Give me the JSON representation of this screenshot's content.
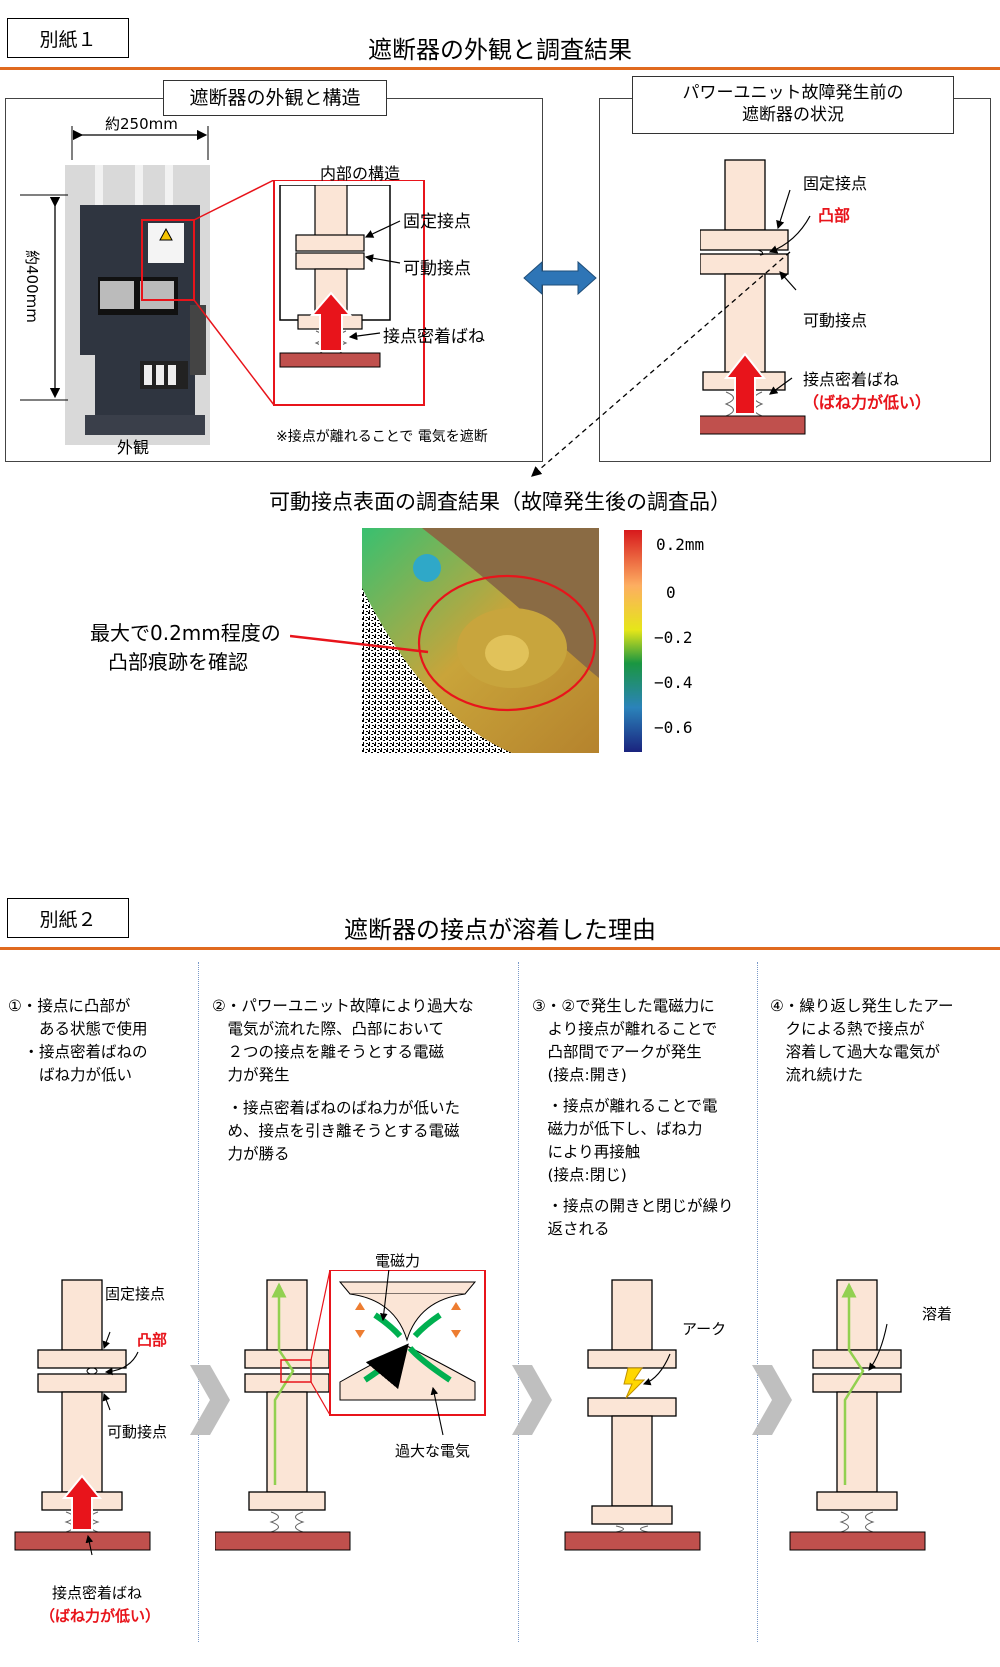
{
  "sheet1": {
    "tag": "別紙１",
    "title": "遮断器の外観と調査結果",
    "left_panel": {
      "title": "遮断器の外観と構造",
      "width_label": "約250mm",
      "height_label": "約400mm",
      "exterior_label": "外観",
      "internal_title": "内部の構造",
      "fixed_contact": "固定接点",
      "movable_contact": "可動接点",
      "spring": "接点密着ばね",
      "note": "※接点が離れることで 電気を遮断"
    },
    "right_panel": {
      "title_line1": "パワーユニット故障発生前の",
      "title_line2": "遮断器の状況",
      "fixed_contact": "固定接点",
      "bump": "凸部",
      "movable_contact": "可動接点",
      "spring": "接点密着ばね",
      "spring_note": "（ばね力が低い）"
    },
    "investigation": {
      "title": "可動接点表面の調査結果（故障発生後の調査品）",
      "finding_line1": "最大で0.2mm程度の",
      "finding_line2": "凸部痕跡を確認",
      "scale": [
        "0.2mm",
        "0",
        "−0.2",
        "−0.4",
        "−0.6"
      ]
    }
  },
  "sheet2": {
    "tag": "別紙２",
    "title": "遮断器の接点が溶着した理由",
    "steps": [
      {
        "lines": [
          "①・接点に凸部が",
          "　　ある状態で使用",
          "　・接点密着ばねの",
          "　　ばね力が低い"
        ],
        "fixed_contact": "固定接点",
        "bump": "凸部",
        "movable_contact": "可動接点",
        "spring": "接点密着ばね",
        "spring_note": "（ばね力が低い）"
      },
      {
        "lines": [
          "②・パワーユニット故障により過大な",
          "　電気が流れた際、凸部において",
          "　２つの接点を離そうとする電磁",
          "　力が発生",
          "",
          "　・接点密着ばねのばね力が低いた",
          "　め、接点を引き離そうとする電磁",
          "　力が勝る"
        ],
        "em_force": "電磁力",
        "excess_current": "過大な電気"
      },
      {
        "lines": [
          "③・②で発生した電磁力に",
          "　より接点が離れることで",
          "　凸部間でアークが発生",
          "　(接点:開き)",
          "",
          "　・接点が離れることで電",
          "　磁力が低下し、ばね力",
          "　により再接触",
          "　(接点:閉じ)",
          "",
          "　・接点の開きと閉じが繰り",
          "　返される"
        ],
        "arc": "アーク"
      },
      {
        "lines": [
          "④・繰り返し発生したアー",
          "　クによる熱で接点が",
          "　溶着して過大な電気が",
          "　流れ続けた"
        ],
        "weld": "溶着"
      }
    ]
  },
  "colors": {
    "accent_rule": "#E06A1F",
    "contact_fill": "#FBE5D6",
    "base_fill": "#C0504D",
    "red_text": "#E8141B",
    "current_arrow": "#92D050",
    "em_arrow": "#00B050",
    "em_small_arrow": "#ED7D31",
    "link_arrow": "#2E75B6"
  }
}
